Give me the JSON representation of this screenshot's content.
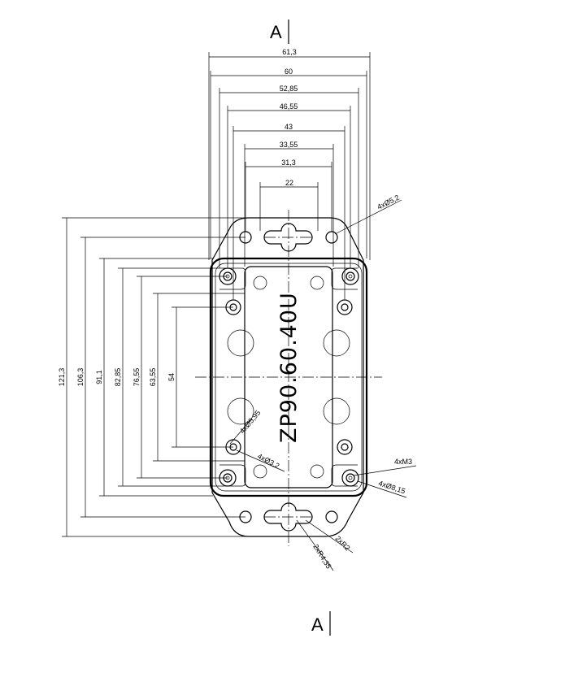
{
  "section_marker": {
    "top": "A",
    "bottom": "A"
  },
  "model": "ZP90.60.40U",
  "horizontal_dims": [
    "61,3",
    "60",
    "52,85",
    "46,55",
    "43",
    "33,55",
    "31,3",
    "22"
  ],
  "vertical_dims": [
    "121,3",
    "106,3",
    "91,1",
    "82,85",
    "76,55",
    "63,55",
    "54"
  ],
  "callouts": {
    "mount_holes": "4xØ5,2",
    "inner_small": "4xØ5,95",
    "inner_hole": "4xØ3,2",
    "screw_thread": "4xM3",
    "screw_head": "4xØ8,15",
    "slot_r_small": "2xR2",
    "slot_r_large": "2xR4,35"
  }
}
